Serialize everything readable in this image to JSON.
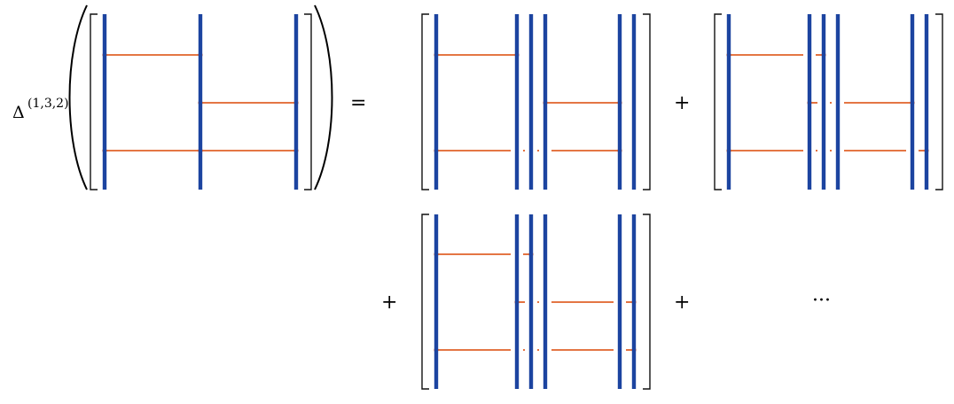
{
  "colors": {
    "strand": "#1c44a0",
    "chord": "#e0622a",
    "bracket": "#111111"
  },
  "operator": {
    "symbol": "Δ",
    "superscript": "(1,3,2)"
  },
  "equals": "=",
  "plus": "+",
  "ellipsis": "···",
  "diagrams": [
    {
      "id": "input",
      "strands": 3,
      "chords": [
        {
          "from": 0,
          "to": 1,
          "level": 0
        },
        {
          "from": 1,
          "to": 2,
          "level": 1
        },
        {
          "from": 0,
          "to": 1,
          "level": 2
        },
        {
          "from": 1,
          "to": 2,
          "level": 2
        }
      ]
    },
    {
      "id": "term-1",
      "groups": [
        1,
        3,
        2
      ],
      "chords": [
        {
          "from": 0,
          "to": 1,
          "level": 0
        },
        {
          "from": 3,
          "to": 4,
          "level": 1
        },
        {
          "from": 0,
          "to": 4,
          "level": 2
        }
      ]
    },
    {
      "id": "term-2",
      "groups": [
        1,
        3,
        2
      ],
      "chords": [
        {
          "from": 0,
          "to": 2,
          "level": 0
        },
        {
          "from": 1,
          "to": 4,
          "level": 1
        },
        {
          "from": 0,
          "to": 5,
          "level": 2
        }
      ]
    },
    {
      "id": "term-3",
      "groups": [
        1,
        3,
        2
      ],
      "chords": [
        {
          "from": 0,
          "to": 2,
          "level": 0
        },
        {
          "from": 1,
          "to": 5,
          "level": 1
        },
        {
          "from": 0,
          "to": 5,
          "level": 2
        }
      ]
    }
  ]
}
